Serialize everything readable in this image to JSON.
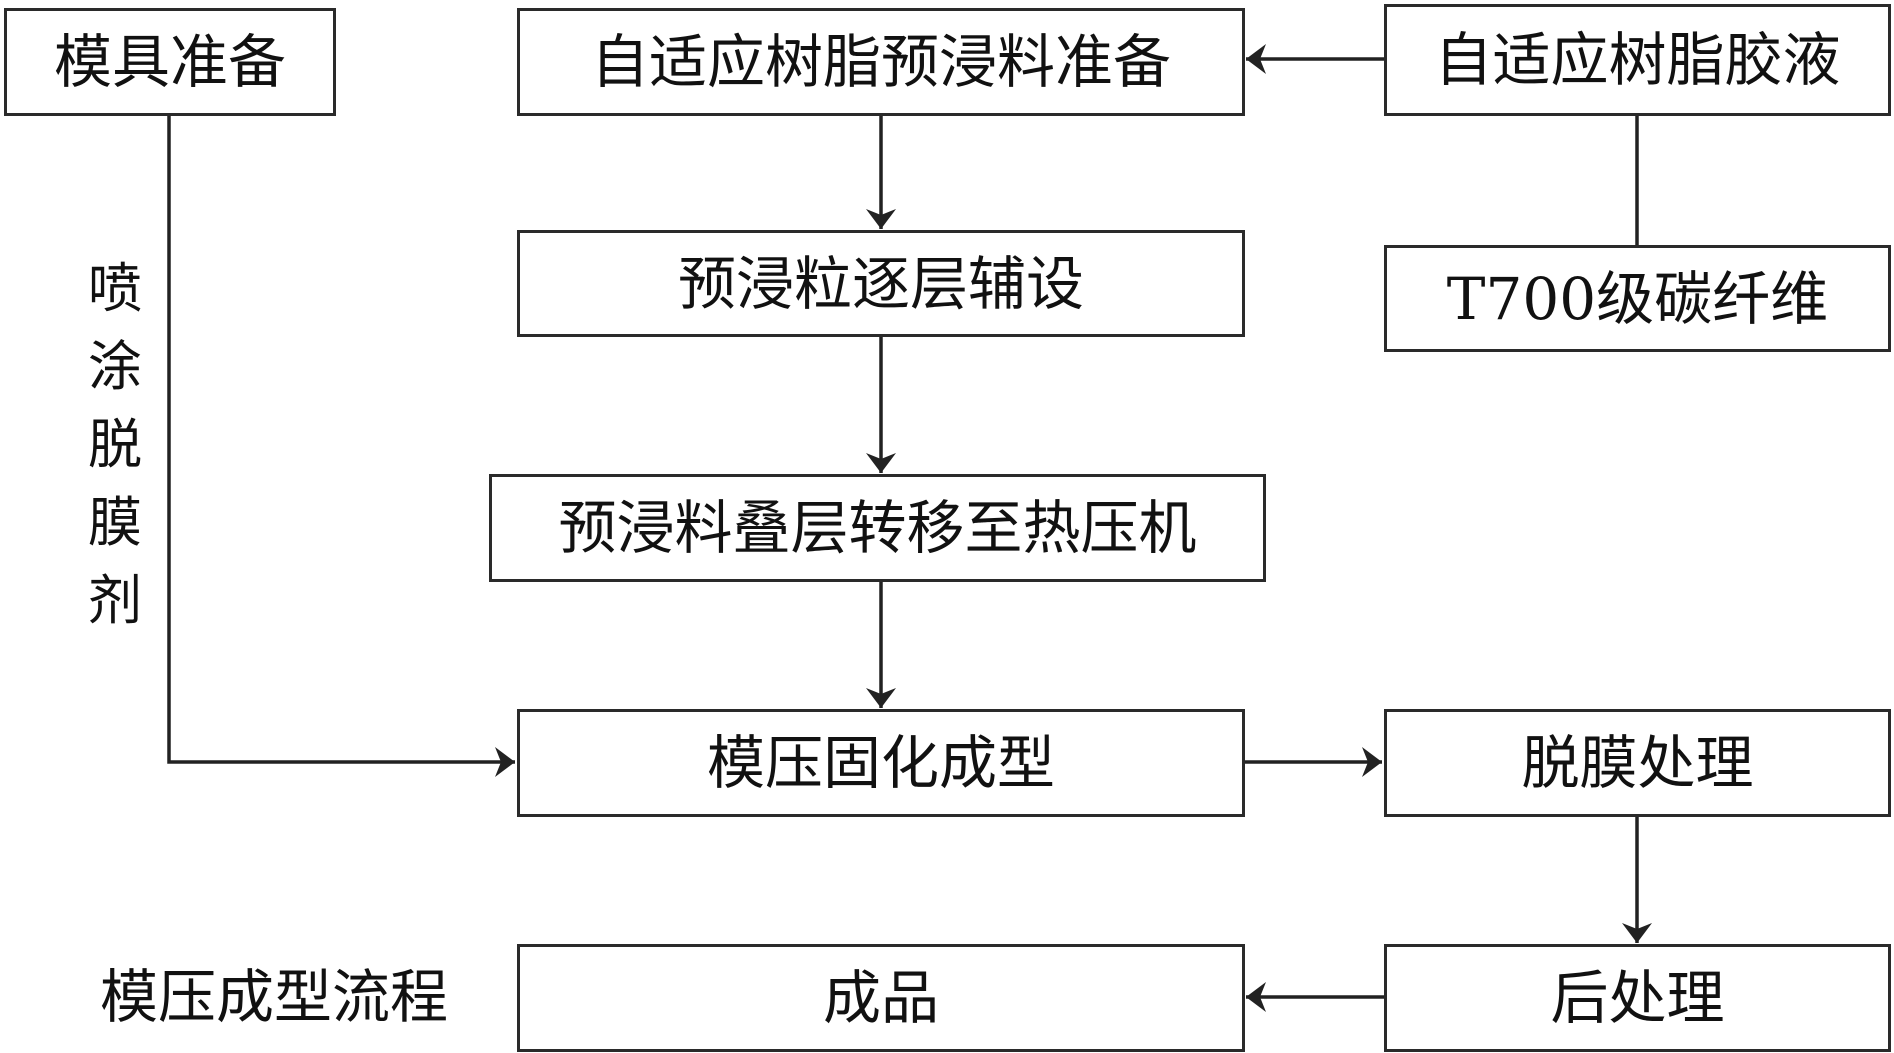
{
  "diagram": {
    "caption": "模压成型流程",
    "nodes": {
      "mold_prep": "模具准备",
      "prepreg_prep": "自适应树脂预浸料准备",
      "resin_glue": "自适应树脂胶液",
      "layup": "预浸粒逐层辅设",
      "carbon_fiber": "T700级碳纤维",
      "transfer": "预浸料叠层转移至热压机",
      "curing": "模压固化成型",
      "demold": "脱膜处理",
      "product": "成品",
      "post": "后处理"
    },
    "edge_labels": {
      "release_agent": "喷涂脱膜剂"
    },
    "edges": [
      {
        "from": "resin_glue",
        "to": "prepreg_prep",
        "arrow": true
      },
      {
        "from": "carbon_fiber",
        "to": "resin_glue",
        "arrow": false
      },
      {
        "from": "prepreg_prep",
        "to": "layup",
        "arrow": true
      },
      {
        "from": "layup",
        "to": "transfer",
        "arrow": true
      },
      {
        "from": "transfer",
        "to": "curing",
        "arrow": true
      },
      {
        "from": "mold_prep",
        "to": "curing",
        "arrow": true,
        "label": "release_agent"
      },
      {
        "from": "curing",
        "to": "demold",
        "arrow": true
      },
      {
        "from": "demold",
        "to": "post",
        "arrow": true
      },
      {
        "from": "post",
        "to": "product",
        "arrow": true
      }
    ]
  }
}
